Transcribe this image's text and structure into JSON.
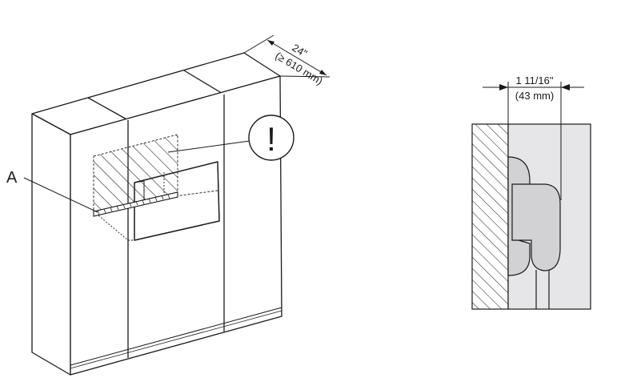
{
  "left_figure": {
    "label_a": "A",
    "depth_dim_imperial": "24\"",
    "depth_dim_metric": "(≥ 610 mm)",
    "warning_symbol": "!",
    "colors": {
      "line": "#1a1a1a",
      "paper": "#ffffff"
    }
  },
  "right_figure": {
    "dim_imperial": "1 11/16\"",
    "dim_metric": "(43 mm)",
    "colors": {
      "panel": "#e6e6e8",
      "plug": "#d2d2d4",
      "line": "#1a1a1a"
    }
  }
}
